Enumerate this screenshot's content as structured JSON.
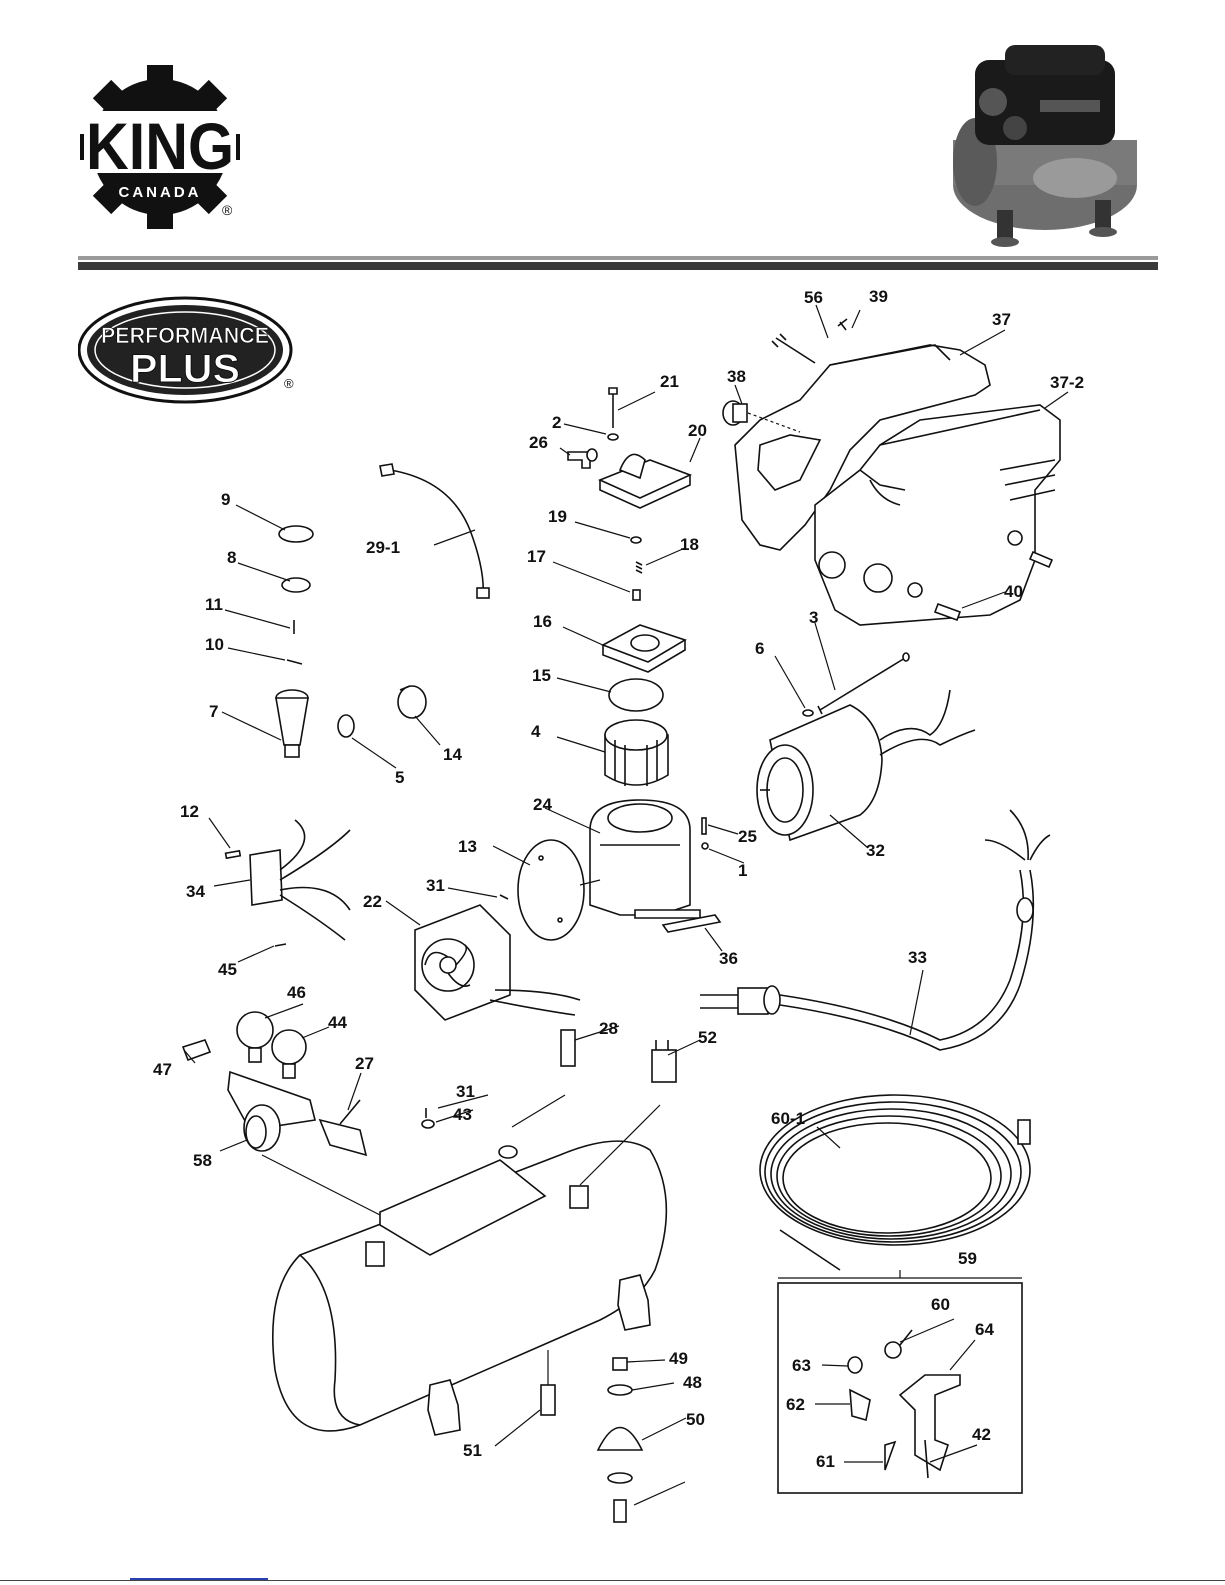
{
  "brand": {
    "name": "KING",
    "sub": "CANADA",
    "registered": "®"
  },
  "product_logo": {
    "line1": "PERFORMANCE",
    "line2": "PLUS",
    "registered": "®"
  },
  "product_photo": {
    "description_icon": "air-compressor-photo"
  },
  "diagram": {
    "callouts": [
      "56",
      "39",
      "37",
      "37-2",
      "38",
      "21",
      "2",
      "26",
      "20",
      "9",
      "8",
      "29-1",
      "19",
      "18",
      "17",
      "11",
      "10",
      "16",
      "3",
      "40",
      "15",
      "6",
      "7",
      "5",
      "14",
      "4",
      "24",
      "25",
      "1",
      "32",
      "12",
      "13",
      "31",
      "34",
      "22",
      "36",
      "33",
      "45",
      "46",
      "44",
      "47",
      "27",
      "28",
      "52",
      "43",
      "58",
      "60-1",
      "59",
      "60",
      "64",
      "63",
      "62",
      "61",
      "42",
      "51",
      "49",
      "48",
      "50"
    ]
  }
}
